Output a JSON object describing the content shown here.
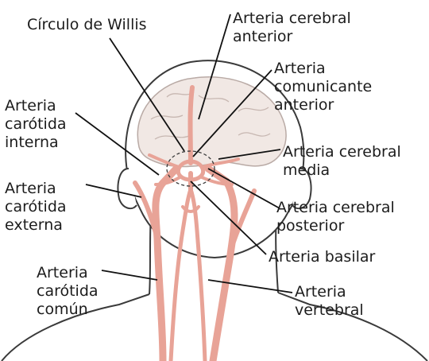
{
  "labels": {
    "circle_willis": "Círculo de Willis",
    "cerebral_anterior": [
      "Arteria cerebral",
      "anterior"
    ],
    "comunicante_anterior": [
      "Arteria",
      "comunicante",
      "anterior"
    ],
    "carotida_interna": [
      "Arteria",
      "carótida",
      "interna"
    ],
    "cerebral_media": [
      "Arteria cerebral",
      "media"
    ],
    "carotida_externa": [
      "Arteria",
      "carótida",
      "externa"
    ],
    "cerebral_posterior": [
      "Arteria cerebral",
      "posterior"
    ],
    "basilar": "Arteria basilar",
    "carotida_comun": [
      "Arteria",
      "carótida",
      "común"
    ],
    "vertebral": [
      "Arteria",
      "vertebral"
    ]
  },
  "colors": {
    "artery": "#e8a397",
    "artery_outline": "#c9796d",
    "brain": "#f1e8e4",
    "outline": "#3a3a3a",
    "leader": "#111111"
  }
}
